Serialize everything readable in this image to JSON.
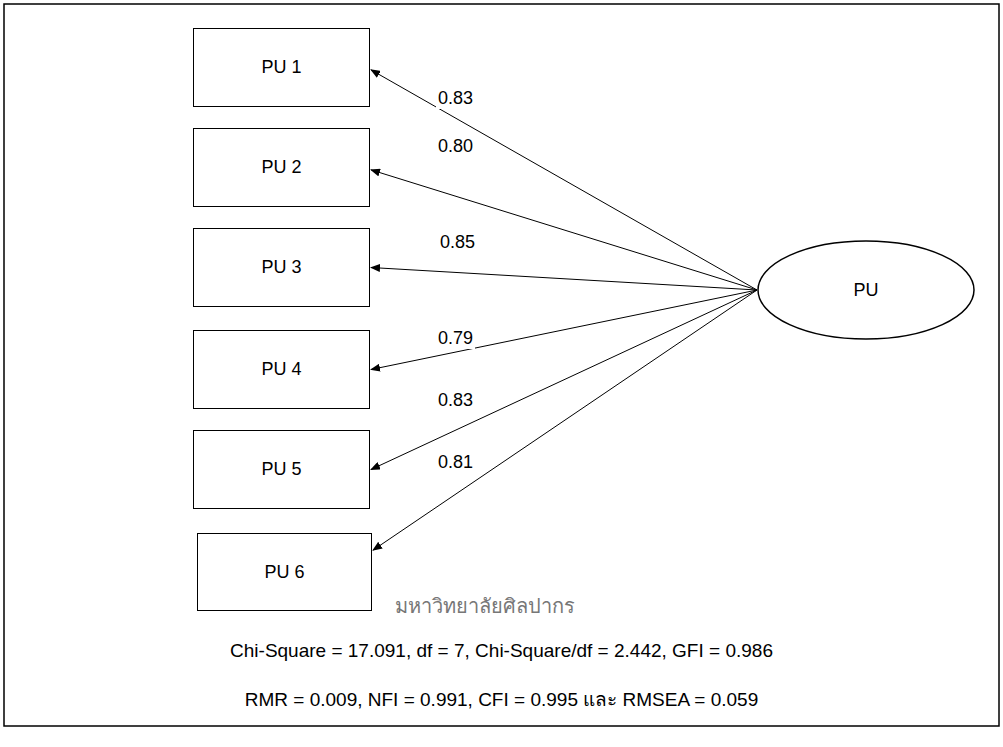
{
  "diagram": {
    "nodes": [
      {
        "text": [
          "PU 1"
        ]
      },
      {
        "text": [
          "PU 2"
        ]
      },
      {
        "text": [
          "PU 3"
        ]
      },
      {
        "text": [
          "PU 4"
        ]
      },
      {
        "text": [
          "PU 5"
        ]
      },
      {
        "text": [
          "PU 6"
        ]
      },
      {
        "text": [
          "PU"
        ]
      }
    ],
    "edges": [
      {
        "from": 6,
        "to": 0,
        "arrow": "to",
        "label": "0.83"
      },
      {
        "from": 6,
        "to": 1,
        "arrow": "to",
        "label": "0.80"
      },
      {
        "from": 6,
        "to": 2,
        "arrow": "to",
        "label": "0.85"
      },
      {
        "from": 6,
        "to": 3,
        "arrow": "to",
        "label": "0.79"
      },
      {
        "from": 6,
        "to": 4,
        "arrow": "to",
        "label": "0.83"
      },
      {
        "from": 6,
        "to": 5,
        "arrow": "to",
        "label": "0.81"
      }
    ],
    "labels": [
      "Chi-Square = 17.091, df = 7, Chi-Square/df = 2.442, GFI = 0.986",
      "RMR = 0.009, NFI = 0.991, CFI = 0.995 และ RMSEA = 0.059",
      "มหาวิทยาลัยศิลปากร"
    ]
  }
}
